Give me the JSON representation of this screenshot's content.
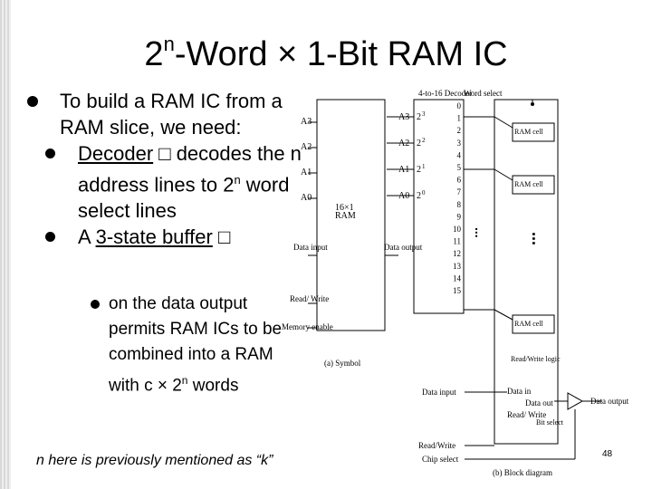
{
  "title": {
    "prefix": "2",
    "sup": "n",
    "suffix": "-Word × 1-Bit RAM IC"
  },
  "bullets": {
    "b1": "To build a RAM IC from a RAM slice, we need:",
    "decoder": "Decoder",
    "decoder_rest": " decodes the n address lines to 2",
    "decoder_sup": "n",
    "decoder_end": " word select lines",
    "buffer": "A ",
    "buffer_u": "3-state buffer",
    "box_glyph": "□",
    "sub1": "on the data output permits RAM ICs to be combined into a RAM with c × 2",
    "sub1_sup": "n",
    "sub1_end": " words"
  },
  "footnote": "n here is previously mentioned as “k”",
  "page_number": "48",
  "symbol": {
    "addr_in": [
      "A3",
      "A2",
      "A1",
      "A0"
    ],
    "ram_label_1": "16×1",
    "ram_label_2": "RAM",
    "data_input": "Data input",
    "data_output": "Data output",
    "read_write": "Read/ Write",
    "memory_enable": "Memory enable",
    "caption": "(a) Symbol"
  },
  "block": {
    "decoder_title": "4-to-16 Decoder",
    "decoder_inputs": [
      "A3",
      "A2",
      "A1",
      "A0"
    ],
    "decoder_weights": [
      "2",
      "2",
      "2",
      "2"
    ],
    "decoder_exps": [
      "3",
      "2",
      "1",
      "0"
    ],
    "outputs": [
      "0",
      "1",
      "2",
      "3",
      "4",
      "5",
      "6",
      "7",
      "8",
      "9",
      "10",
      "11",
      "12",
      "13",
      "14",
      "15"
    ],
    "word_select": "Word select",
    "ram_cell": "RAM cell",
    "rw_logic": "Read/Write logic",
    "data_in": "Data in",
    "data_out": "Data out",
    "read_write": "Read/ Write",
    "bit_select": "Bit select",
    "data_input": "Data input",
    "data_output": "Data output",
    "read_write_bottom": "Read/Write",
    "chip_select": "Chip select",
    "caption": "(b) Block diagram"
  }
}
